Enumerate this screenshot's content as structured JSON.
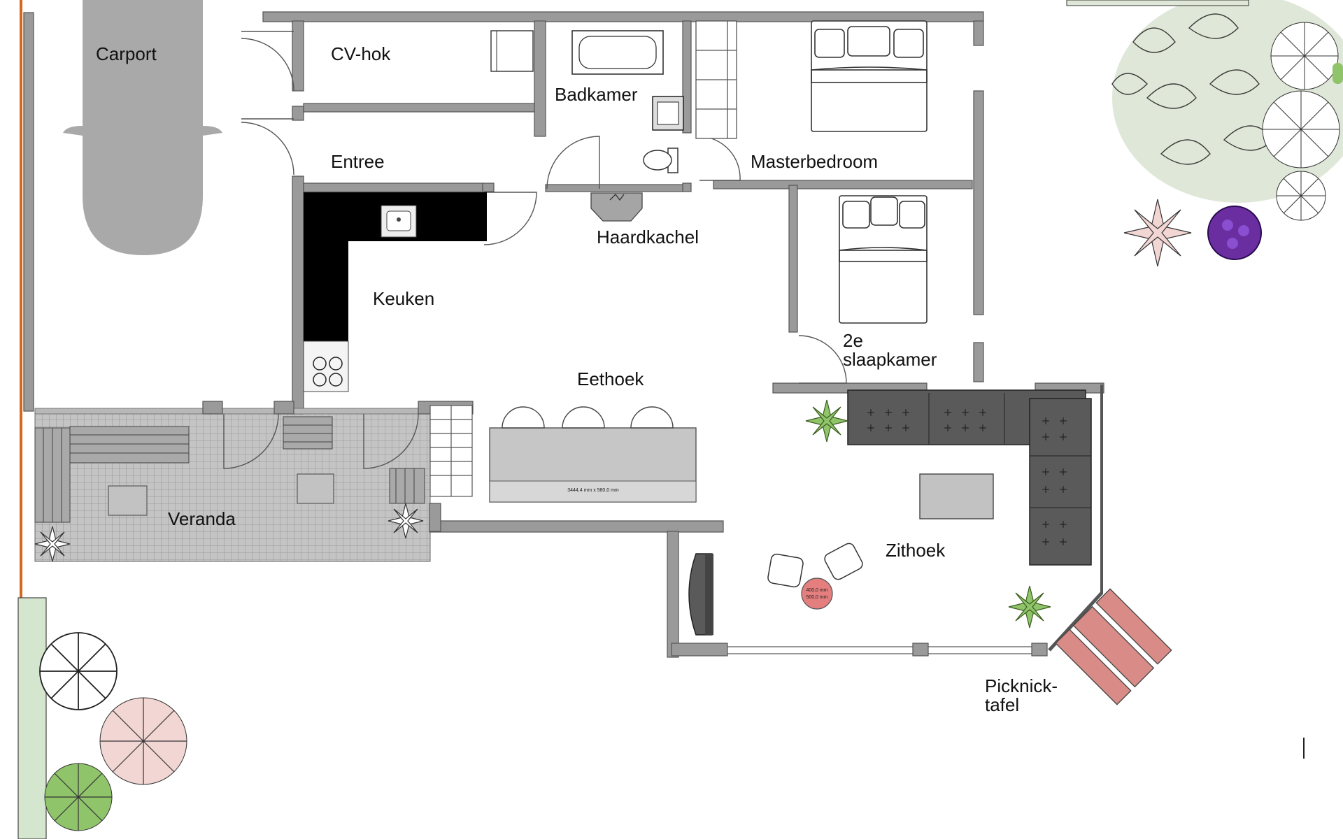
{
  "rooms": {
    "carport": "Carport",
    "cv_hok": "CV-hok",
    "badkamer": "Badkamer",
    "entree": "Entree",
    "masterbedroom": "Masterbedroom",
    "haardkachel": "Haardkachel",
    "keuken": "Keuken",
    "slaapkamer_line1": "2e",
    "slaapkamer_line2": "slaapkamer",
    "eethoek": "Eethoek",
    "veranda": "Veranda",
    "zithoek": "Zithoek",
    "picknick_line1": "Picknick-",
    "picknick_line2": "tafel"
  },
  "dimensions": {
    "dining_table": "3444,4 mm x 580,0 mm",
    "side_table_line1": "400,0 mm",
    "side_table_line2": "500,0 mm"
  },
  "colors": {
    "wall": "#9a9a9a",
    "wall_stroke": "#555555",
    "car": "#a9a9a9",
    "kitchen": "#000000",
    "sofa": "#5a5a5a",
    "picnic_table": "#d98c87",
    "property_line": "#d2691e",
    "tree_green": "#dfe8d8",
    "pink_plant": "#f2d6d4",
    "purple_plant": "#6a2ea0",
    "lime_plant": "#8fc46a"
  },
  "icons": [
    "car-icon",
    "bathtub-icon",
    "sink-icon",
    "toilet-icon",
    "bed-icon",
    "stove-icon",
    "chair-icon",
    "sofa-icon",
    "plant-icon",
    "tree-icon",
    "fireplace-icon"
  ]
}
